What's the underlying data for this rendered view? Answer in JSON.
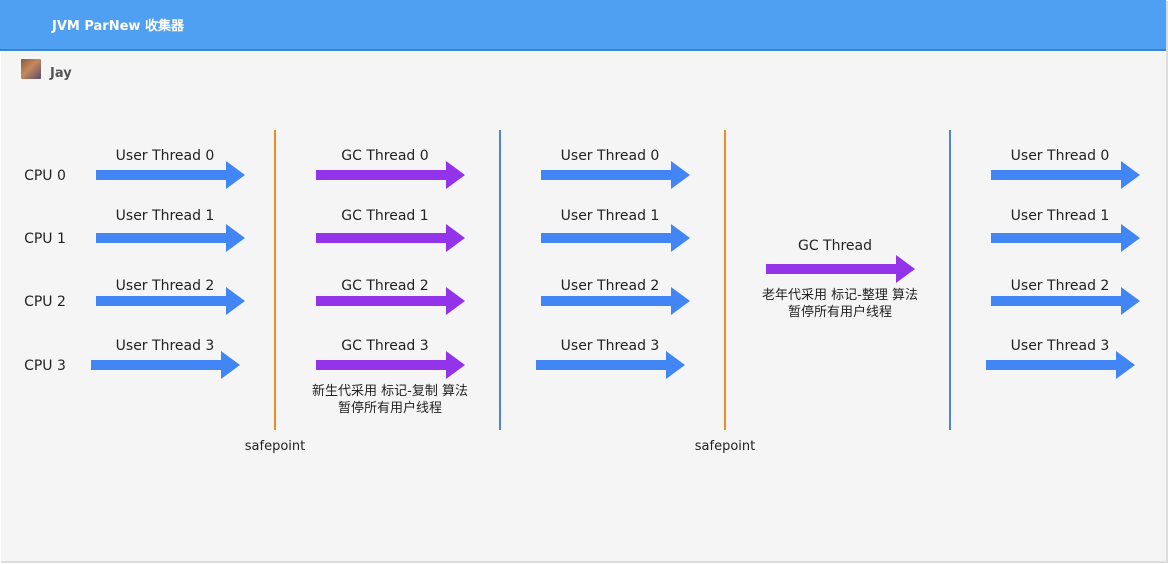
{
  "header": {
    "title": "JVM ParNew 收集器"
  },
  "author": {
    "name": "Jay"
  },
  "colors": {
    "user_arrow": "#4285f4",
    "gc_arrow": "#9333ea",
    "safepoint_line": "#f28b24",
    "divider_line": "#4a86d9",
    "header_bg": "#4f9ff2"
  },
  "cpus": [
    "CPU 0",
    "CPU 1",
    "CPU 2",
    "CPU 3"
  ],
  "phase1": {
    "threads": [
      "User Thread 0",
      "User Thread 1",
      "User Thread 2",
      "User Thread 3"
    ]
  },
  "phase2": {
    "threads": [
      "GC Thread 0",
      "GC Thread 1",
      "GC Thread 2",
      "GC Thread 3"
    ],
    "note_line1": "新生代采用 标记-复制 算法",
    "note_line2": "暂停所有用户线程"
  },
  "phase3": {
    "threads": [
      "User Thread 0",
      "User Thread 1",
      "User Thread 2",
      "User Thread 3"
    ]
  },
  "phase4": {
    "thread": "GC Thread",
    "note_line1": "老年代采用 标记-整理 算法",
    "note_line2": "暂停所有用户线程"
  },
  "phase5": {
    "threads": [
      "User Thread 0",
      "User Thread 1",
      "User Thread 2",
      "User Thread 3"
    ]
  },
  "safepoints": [
    "safepoint",
    "safepoint"
  ]
}
